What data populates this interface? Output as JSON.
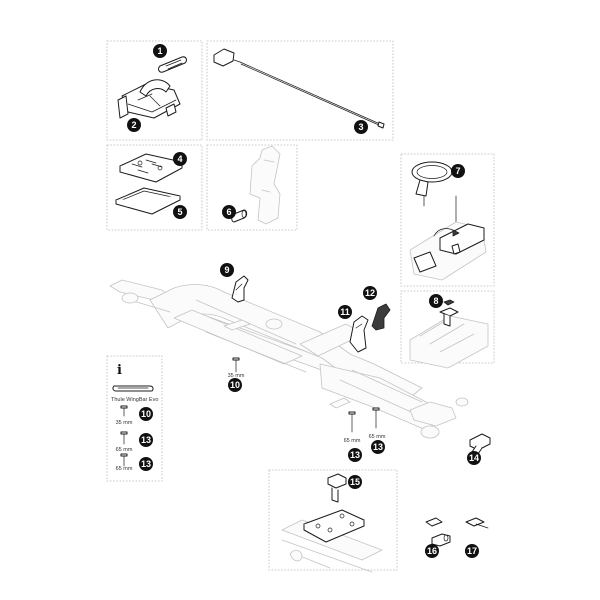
{
  "parts": [
    {
      "number": "1"
    },
    {
      "number": "2"
    },
    {
      "number": "3"
    },
    {
      "number": "4"
    },
    {
      "number": "5"
    },
    {
      "number": "6"
    },
    {
      "number": "7"
    },
    {
      "number": "8"
    },
    {
      "number": "9"
    },
    {
      "number": "10"
    },
    {
      "number": "11"
    },
    {
      "number": "12"
    },
    {
      "number": "13"
    },
    {
      "number": "14"
    },
    {
      "number": "15"
    },
    {
      "number": "16"
    },
    {
      "number": "17"
    }
  ],
  "screws": {
    "main_screw_length": "35 mm",
    "left_rear_screw_length": "65 mm",
    "right_rear_screw_length": "65 mm"
  },
  "info_panel": {
    "icon": "i",
    "adapter_label": "Thule WingBar Evo",
    "rows": [
      {
        "length": "35 mm",
        "part": "10"
      },
      {
        "length": "65 mm",
        "part": "13"
      },
      {
        "length": "65 mm",
        "part": "13"
      }
    ]
  }
}
